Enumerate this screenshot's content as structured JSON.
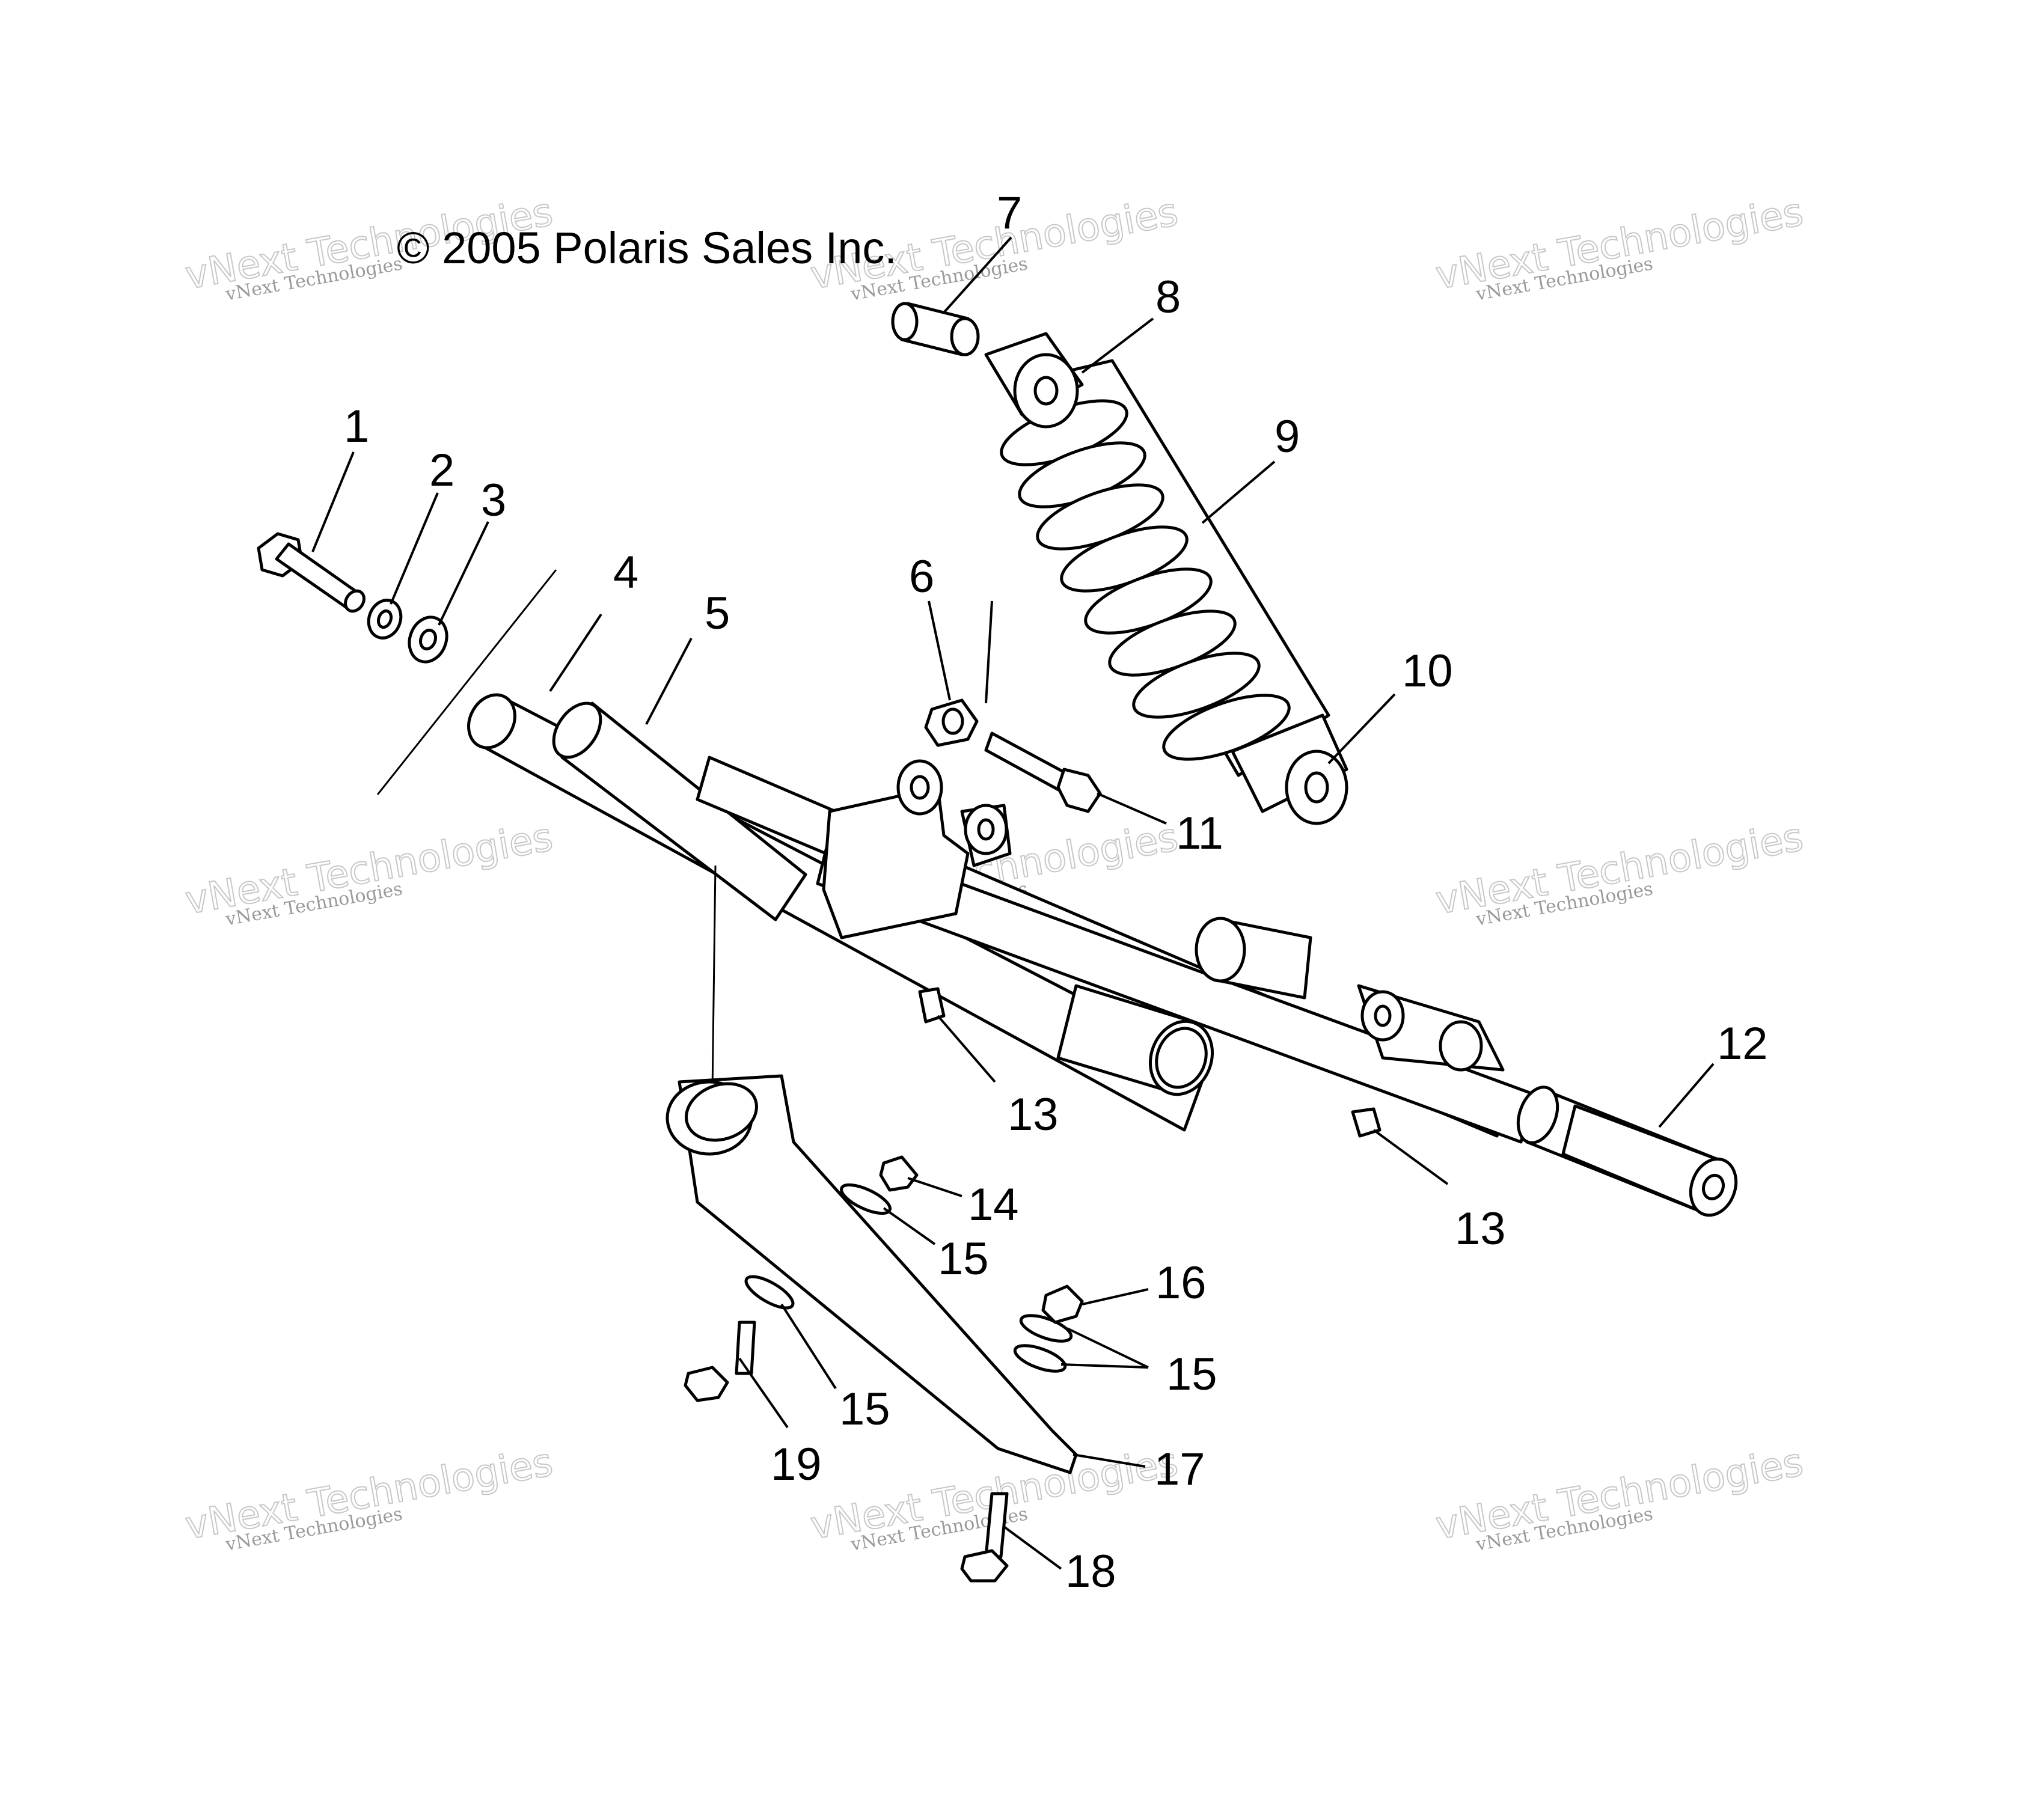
{
  "copyright": "© 2005 Polaris Sales Inc.",
  "watermark": {
    "small": "vNext Technologies",
    "large": "vNext Technologies"
  },
  "callouts": [
    "1",
    "2",
    "3",
    "4",
    "5",
    "6",
    "7",
    "8",
    "9",
    "10",
    "11",
    "12",
    "13",
    "13",
    "14",
    "15",
    "15",
    "15",
    "16",
    "17",
    "18",
    "19"
  ]
}
